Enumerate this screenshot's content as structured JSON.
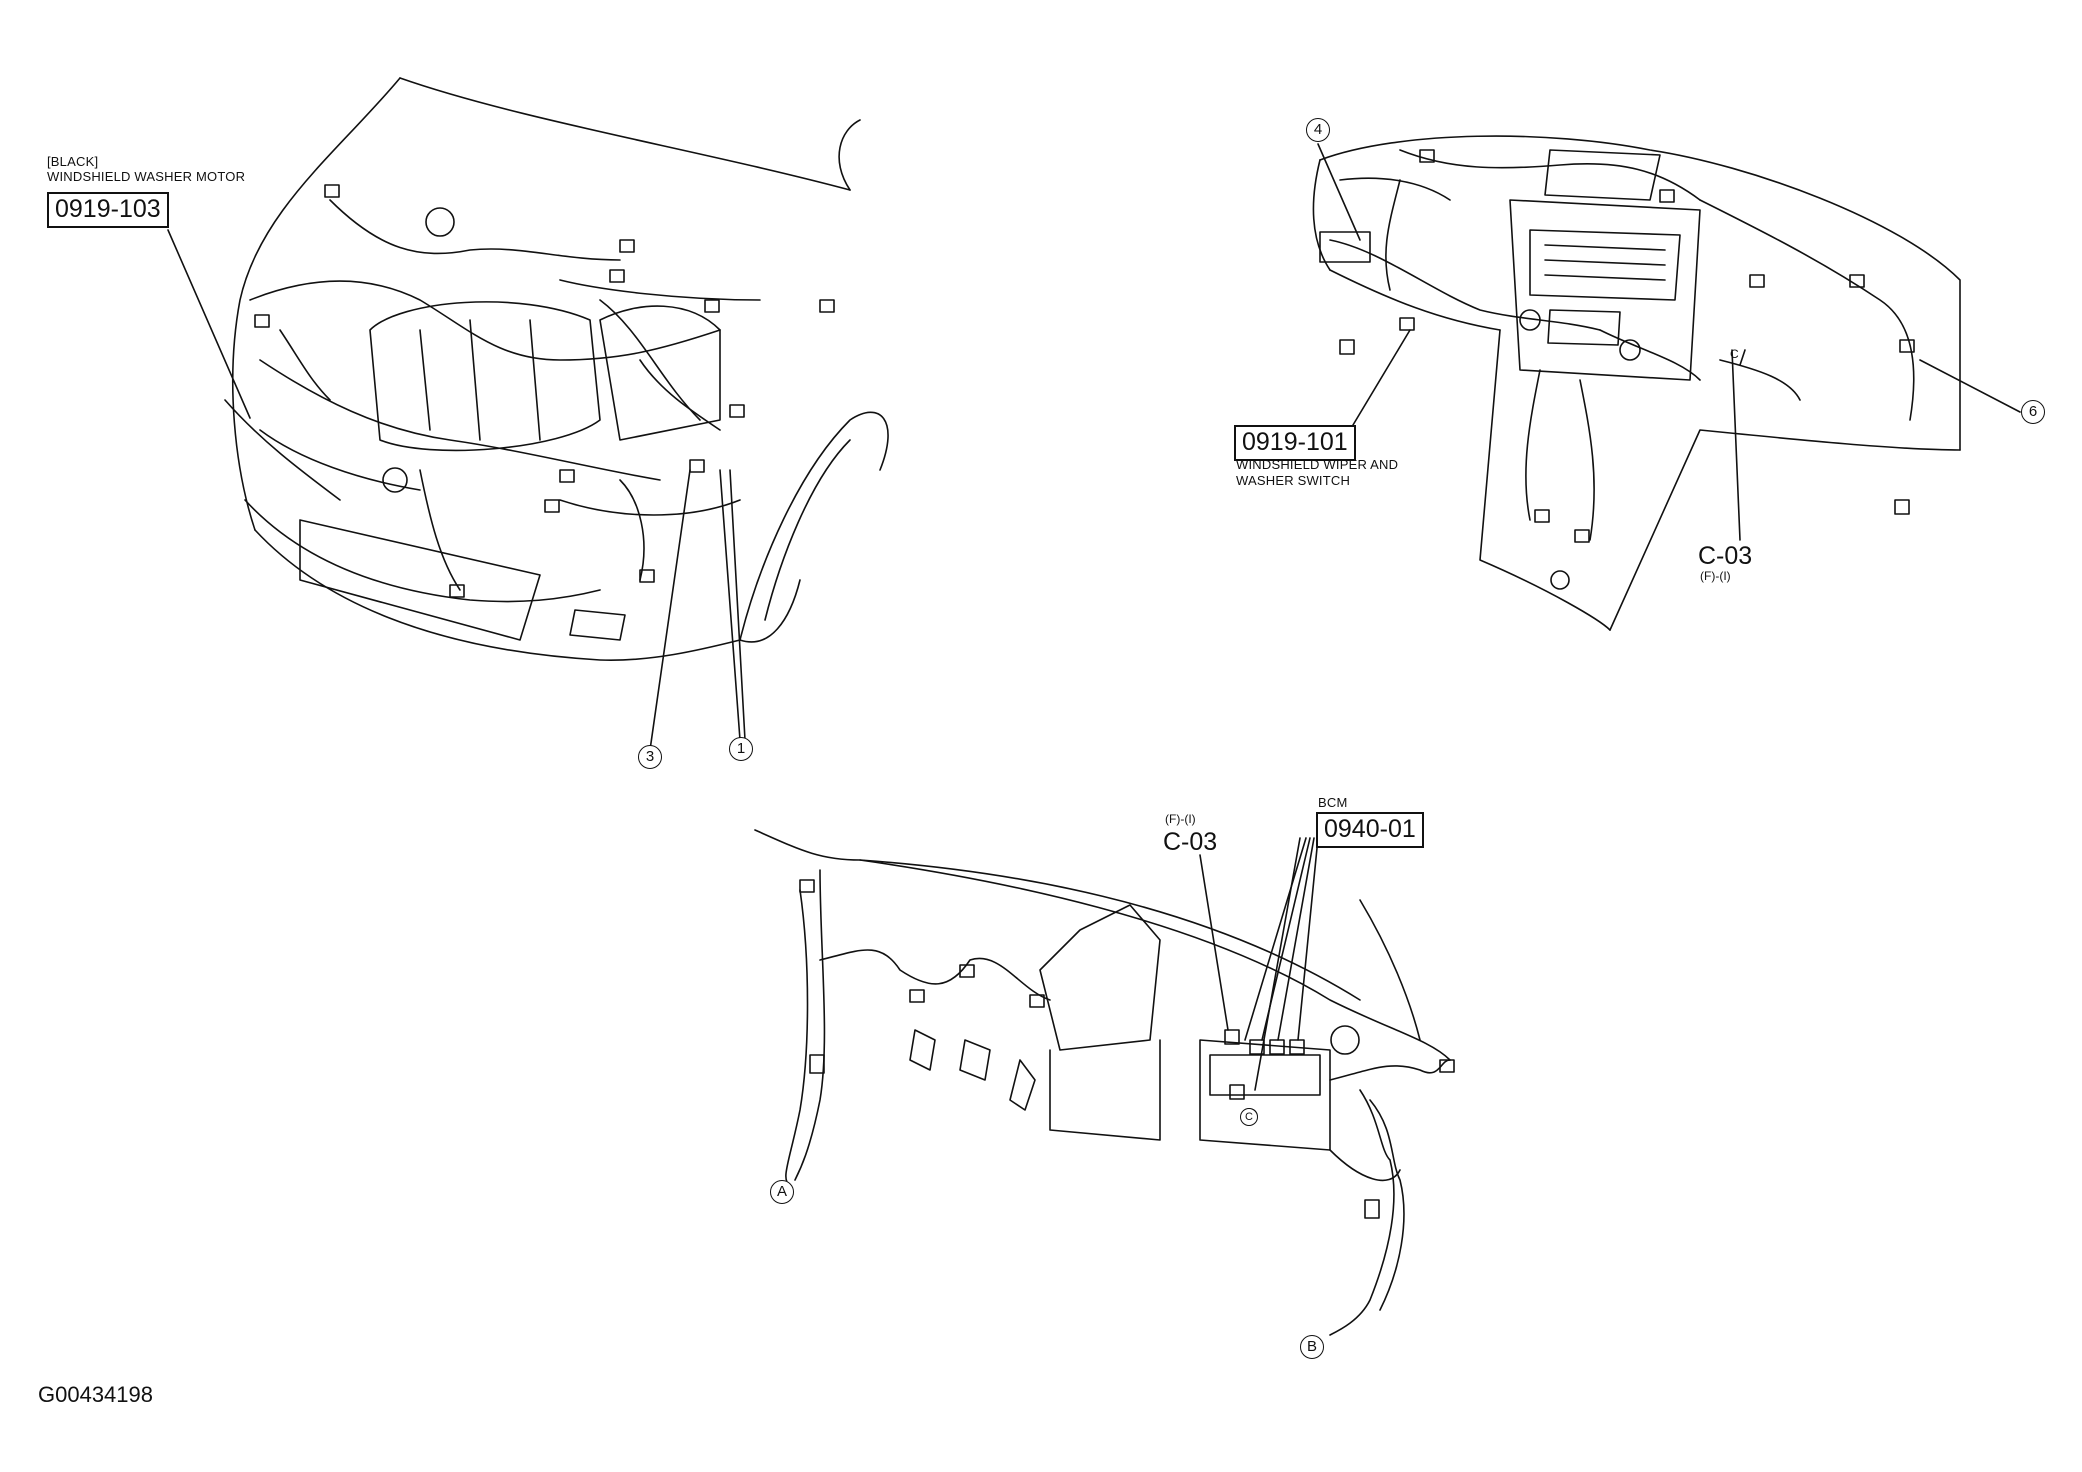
{
  "engine_bay": {
    "washer_motor_color": "[BLACK]",
    "washer_motor_name": "WINDSHIELD WASHER MOTOR",
    "washer_motor_code": "0919-103",
    "callouts": [
      "3",
      "1"
    ]
  },
  "dashboard": {
    "wiper_switch_code": "0919-101",
    "wiper_switch_name_line1": "WINDSHIELD WIPER AND",
    "wiper_switch_name_line2": "WASHER SWITCH",
    "connector_code": "C-03",
    "connector_note": "(F)-(I)",
    "callouts": [
      "4",
      "6"
    ],
    "connector_letter": "C"
  },
  "interior": {
    "connector_note": "(F)-(I)",
    "connector_code": "C-03",
    "bcm_label": "BCM",
    "bcm_code": "0940-01",
    "callouts": [
      "A",
      "B",
      "C"
    ]
  },
  "figure_id": "G00434198"
}
